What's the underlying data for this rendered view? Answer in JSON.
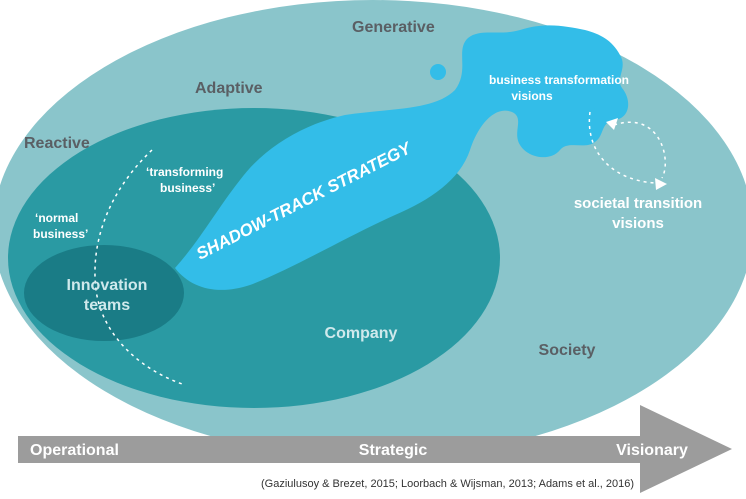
{
  "levels": {
    "reactive": "Reactive",
    "adaptive": "Adaptive",
    "generative": "Generative"
  },
  "regions": {
    "society": "Society",
    "company": "Company",
    "innovation_teams_line1": "Innovation",
    "innovation_teams_line2": "teams"
  },
  "annotations": {
    "normal_business_line1": "‘normal",
    "normal_business_line2": "business’",
    "transforming_business_line1": "‘transforming",
    "transforming_business_line2": "business’",
    "business_visions_line1": "business transformation",
    "business_visions_line2": "visions",
    "societal_visions_line1": "societal transition",
    "societal_visions_line2": "visions"
  },
  "strategy_label": "SHADOW-TRACK STRATEGY",
  "axis": {
    "operational": "Operational",
    "strategic": "Strategic",
    "visionary": "Visionary"
  },
  "citation": "(Gaziulusoy & Brezet, 2015; Loorbach & Wijsman, 2013; Adams et al., 2016)",
  "colors": {
    "society": "#8ac5cb",
    "company": "#2a9aa3",
    "innovation": "#1a7c86",
    "shadow_track": "#33bde8",
    "arrow": "#9c9c9c"
  }
}
